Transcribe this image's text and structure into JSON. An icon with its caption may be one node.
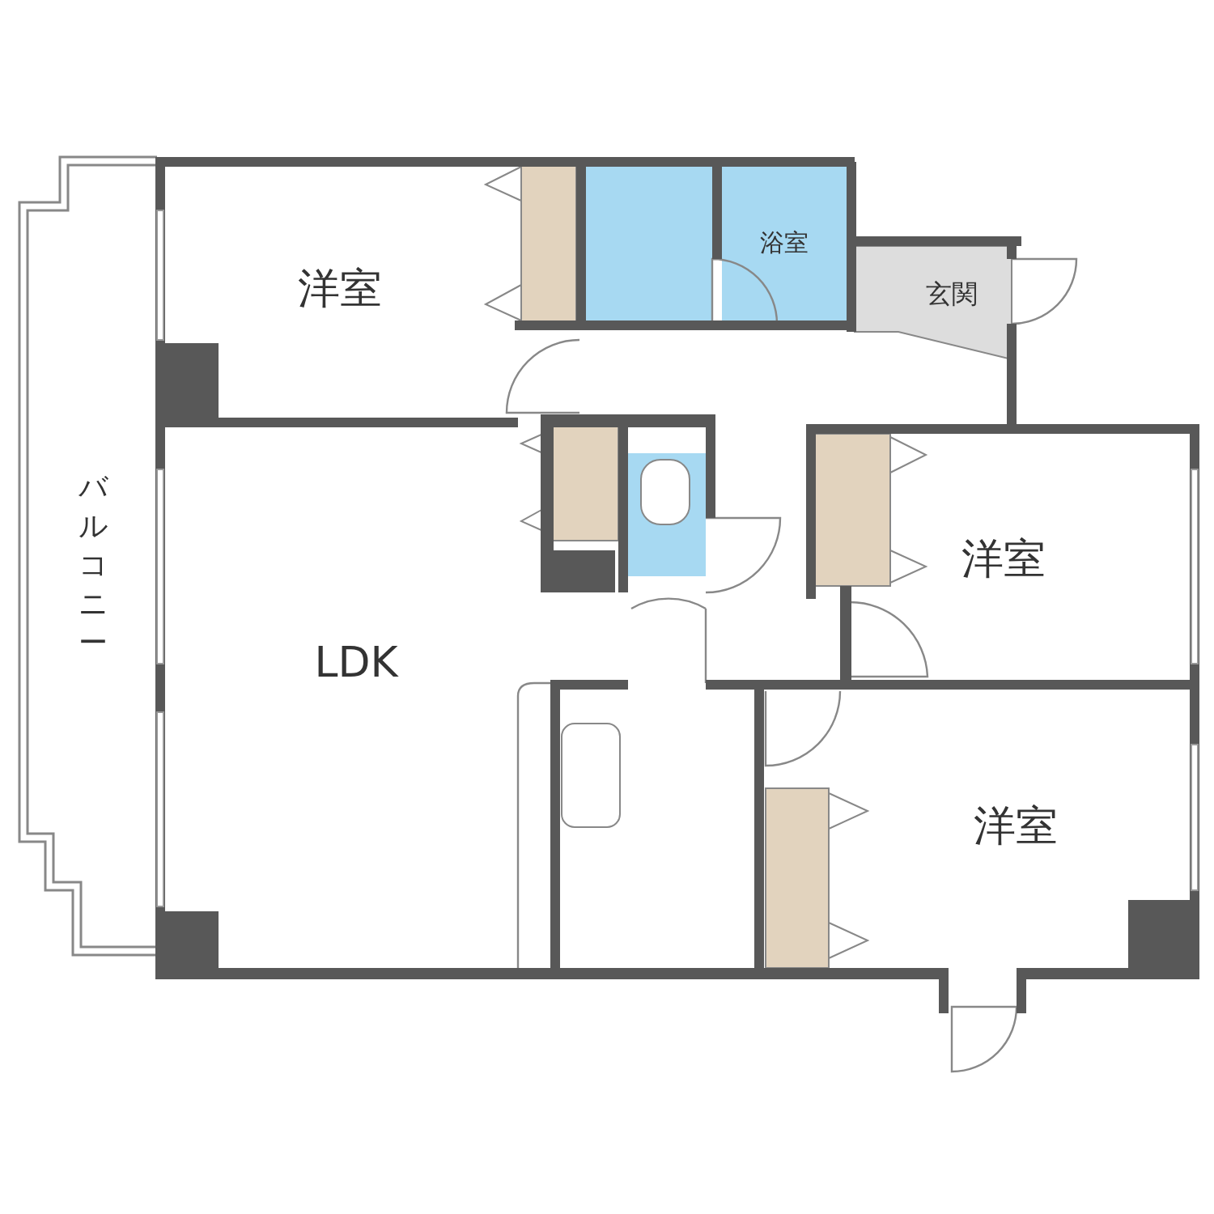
{
  "diagram": {
    "nodes": [
      {
        "text": [
          "洋室"
        ]
      },
      {
        "text": [
          "浴室"
        ]
      },
      {
        "text": [
          "玄関"
        ]
      },
      {
        "text": [
          "バルコニー"
        ]
      },
      {
        "text": [
          "洋室"
        ]
      },
      {
        "text": [
          "LDK"
        ]
      },
      {
        "text": [
          "洋室"
        ]
      }
    ]
  }
}
